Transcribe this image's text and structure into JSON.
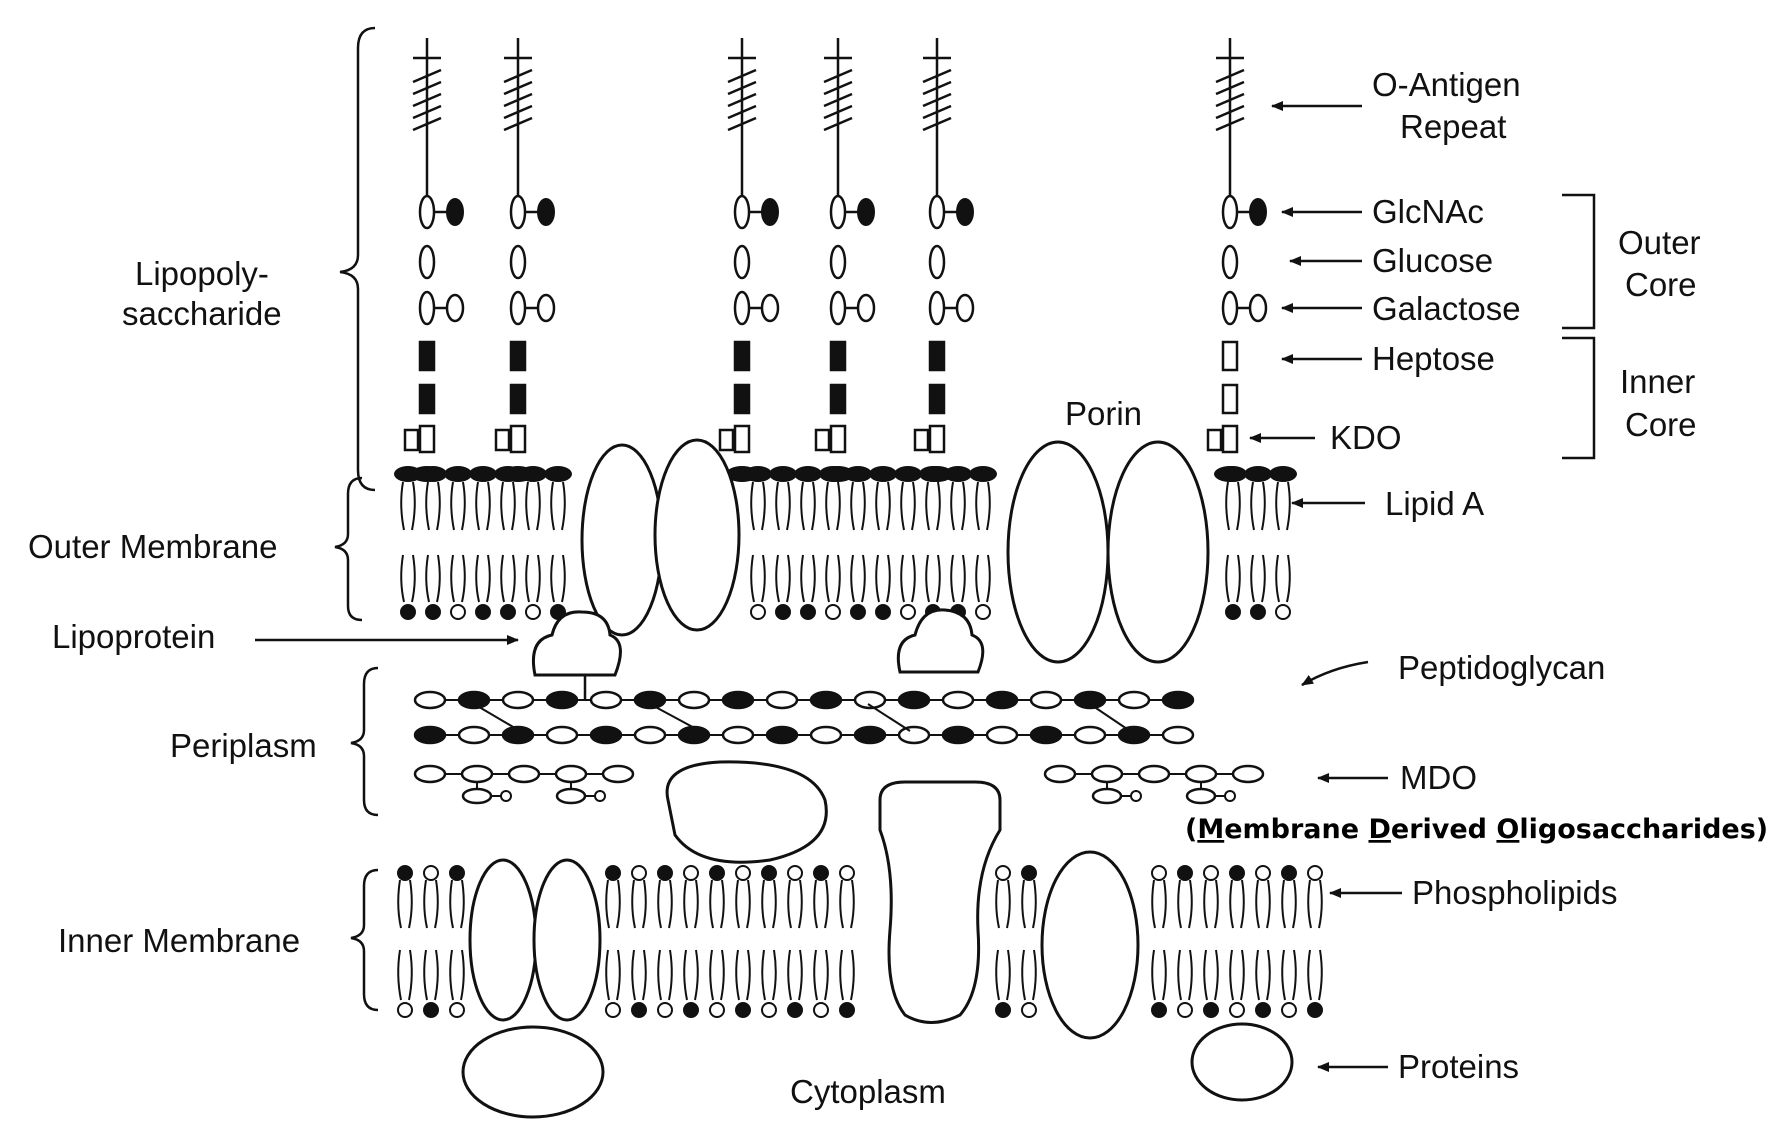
{
  "labels": {
    "lps": [
      "Lipopoly-",
      "saccharide"
    ],
    "outer_membrane": "Outer Membrane",
    "lipoprotein": "Lipoprotein",
    "periplasm": "Periplasm",
    "inner_membrane": "Inner Membrane",
    "cytoplasm": "Cytoplasm",
    "porin": "Porin",
    "o_antigen": [
      "O-Antigen",
      "Repeat"
    ],
    "glcnac": "GlcNAc",
    "glucose": "Glucose",
    "galactose": "Galactose",
    "heptose": "Heptose",
    "kdo": "KDO",
    "outer_core": [
      "Outer",
      "Core"
    ],
    "inner_core": [
      "Inner",
      "Core"
    ],
    "lipid_a": "Lipid A",
    "peptidoglycan": "Peptidoglycan",
    "mdo": "MDO",
    "mdo_full": {
      "open": "(",
      "m": "M",
      "embrane": "embrane ",
      "d": "D",
      "erived": "erived ",
      "o": "O",
      "ligosaccharides": "ligosaccharides",
      "close": ")"
    },
    "phospholipids": "Phospholipids",
    "proteins": "Proteins"
  },
  "colors": {
    "ink": "#111111",
    "background": "#ffffff"
  }
}
